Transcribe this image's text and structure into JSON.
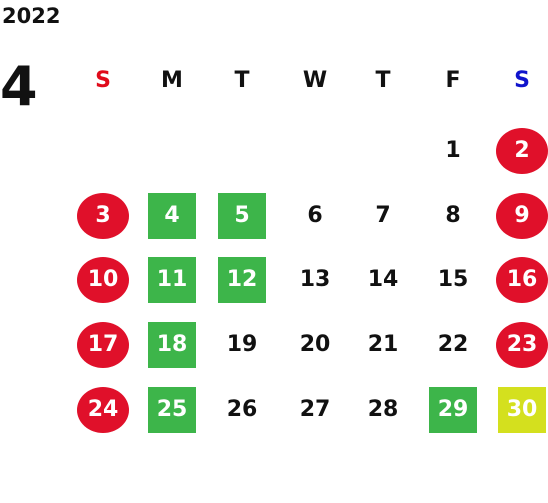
{
  "calendar": {
    "year": "2022",
    "month": "4",
    "weekdays": [
      {
        "label": "S",
        "color": "#e00b1b"
      },
      {
        "label": "M",
        "color": "#111111"
      },
      {
        "label": "T",
        "color": "#111111"
      },
      {
        "label": "W",
        "color": "#111111"
      },
      {
        "label": "T",
        "color": "#111111"
      },
      {
        "label": "F",
        "color": "#111111"
      },
      {
        "label": "S",
        "color": "#1014cc"
      }
    ],
    "colors": {
      "holiday_red": "#e0102a",
      "closed_green": "#3db54a",
      "special_yellow": "#d4e01e"
    },
    "weeks": [
      [
        null,
        null,
        null,
        null,
        null,
        {
          "d": "1",
          "s": "plain"
        },
        {
          "d": "2",
          "s": "red"
        }
      ],
      [
        {
          "d": "3",
          "s": "red"
        },
        {
          "d": "4",
          "s": "green"
        },
        {
          "d": "5",
          "s": "green"
        },
        {
          "d": "6",
          "s": "plain"
        },
        {
          "d": "7",
          "s": "plain"
        },
        {
          "d": "8",
          "s": "plain"
        },
        {
          "d": "9",
          "s": "red"
        }
      ],
      [
        {
          "d": "10",
          "s": "red"
        },
        {
          "d": "11",
          "s": "green"
        },
        {
          "d": "12",
          "s": "green"
        },
        {
          "d": "13",
          "s": "plain"
        },
        {
          "d": "14",
          "s": "plain"
        },
        {
          "d": "15",
          "s": "plain"
        },
        {
          "d": "16",
          "s": "red"
        }
      ],
      [
        {
          "d": "17",
          "s": "red"
        },
        {
          "d": "18",
          "s": "green"
        },
        {
          "d": "19",
          "s": "plain"
        },
        {
          "d": "20",
          "s": "plain"
        },
        {
          "d": "21",
          "s": "plain"
        },
        {
          "d": "22",
          "s": "plain"
        },
        {
          "d": "23",
          "s": "red"
        }
      ],
      [
        {
          "d": "24",
          "s": "red"
        },
        {
          "d": "25",
          "s": "green"
        },
        {
          "d": "26",
          "s": "plain"
        },
        {
          "d": "27",
          "s": "plain"
        },
        {
          "d": "28",
          "s": "plain"
        },
        {
          "d": "29",
          "s": "green"
        },
        {
          "d": "30",
          "s": "yellow"
        }
      ]
    ]
  }
}
